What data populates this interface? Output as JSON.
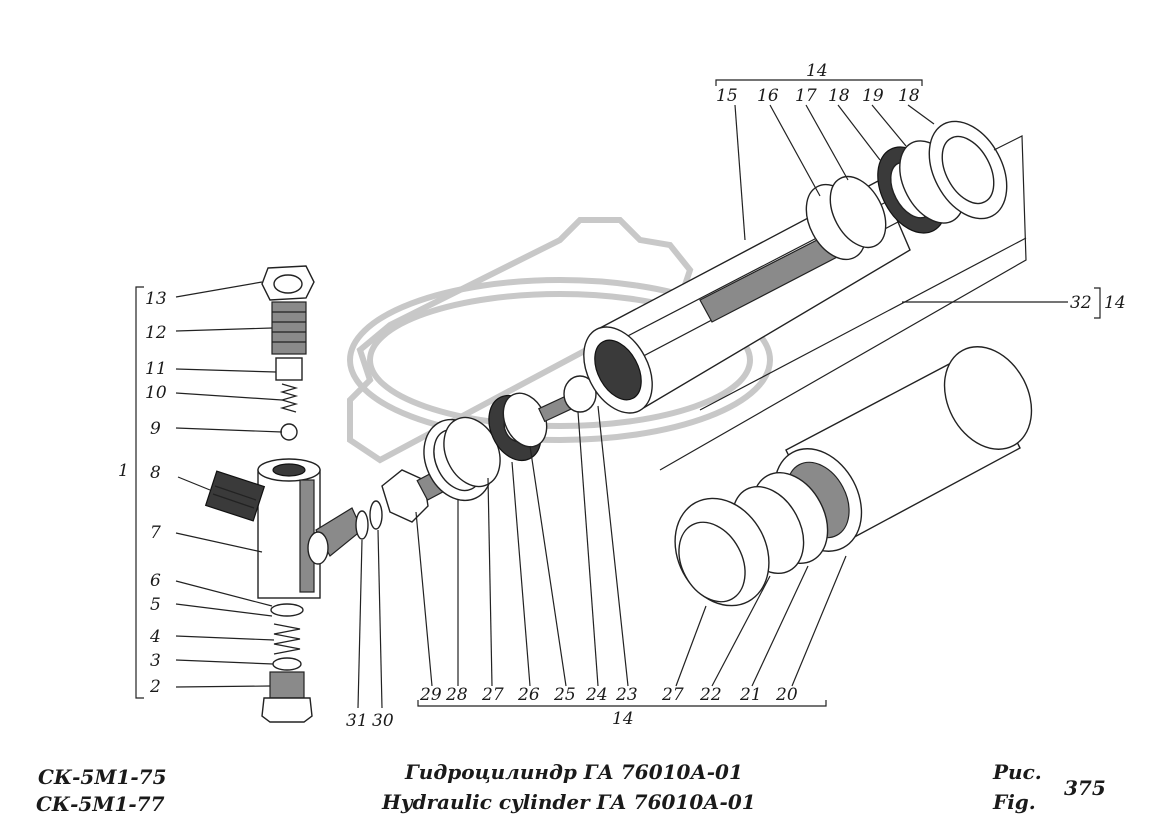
{
  "labels": {
    "l1": "1",
    "l2": "2",
    "l3": "3",
    "l4": "4",
    "l5": "5",
    "l6": "6",
    "l7": "7",
    "l8": "8",
    "l9": "9",
    "l10": "10",
    "l11": "11",
    "l12": "12",
    "l13": "13",
    "l14_top": "14",
    "l14_bottom": "14",
    "l14_right": "14",
    "l15": "15",
    "l16": "16",
    "l17": "17",
    "l18a": "18",
    "l19": "19",
    "l18b": "18",
    "l20": "20",
    "l21": "21",
    "l22": "22",
    "l23": "23",
    "l24": "24",
    "l25": "25",
    "l26": "26",
    "l27a": "27",
    "l28": "28",
    "l29": "29",
    "l30": "30",
    "l31": "31",
    "l27b": "27",
    "l32": "32"
  },
  "caption": {
    "model_1": "СК-5М1-75",
    "model_2": "СК-5М1-77",
    "title_ru": "Гидроцилиндр ГА 76010А-01",
    "title_en": "Hydraulic cylinder ГА 76010А-01",
    "fig_ru": "Рис.",
    "fig_en": "Fig.",
    "fig_number": "375"
  }
}
